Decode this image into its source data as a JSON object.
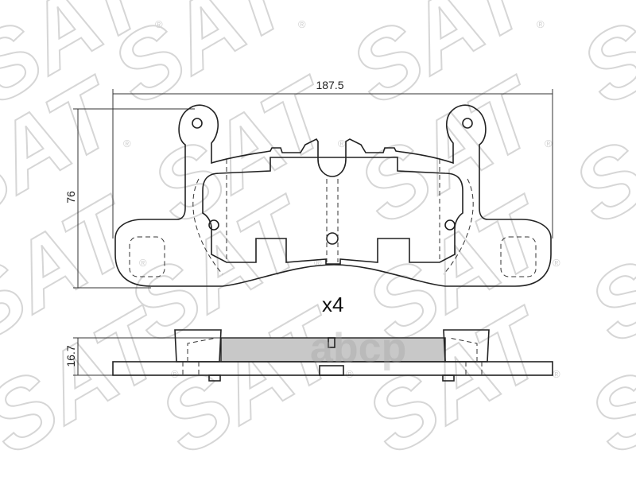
{
  "watermark": {
    "brand": "SAT",
    "registered_mark": "®",
    "overlay": "abcp"
  },
  "dimensions": {
    "width": "187.5",
    "height": "76",
    "thickness": "16.7"
  },
  "quantity": "x4",
  "colors": {
    "line": "#222222",
    "friction_fill": "#c8c8c8",
    "watermark": "#d6d6d6"
  }
}
